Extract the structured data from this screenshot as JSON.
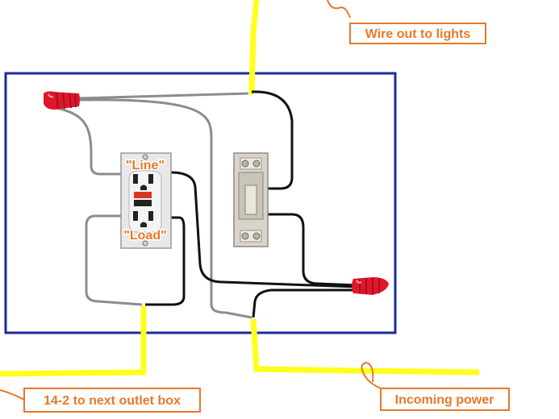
{
  "labels": {
    "wire_out_to_lights": "Wire out to lights",
    "incoming_power": "Incoming power",
    "next_outlet_box": "14-2 to next outlet box",
    "gfci_line": "\"Line\"",
    "gfci_load": "\"Load\""
  },
  "colors": {
    "box_outline": "#1b2a9c",
    "cable_sheath": "#ffff1a",
    "wire_gray": "#8c8c8c",
    "wire_black": "#111111",
    "wire_nut": "#e0162b",
    "callout": "#e8782a"
  }
}
